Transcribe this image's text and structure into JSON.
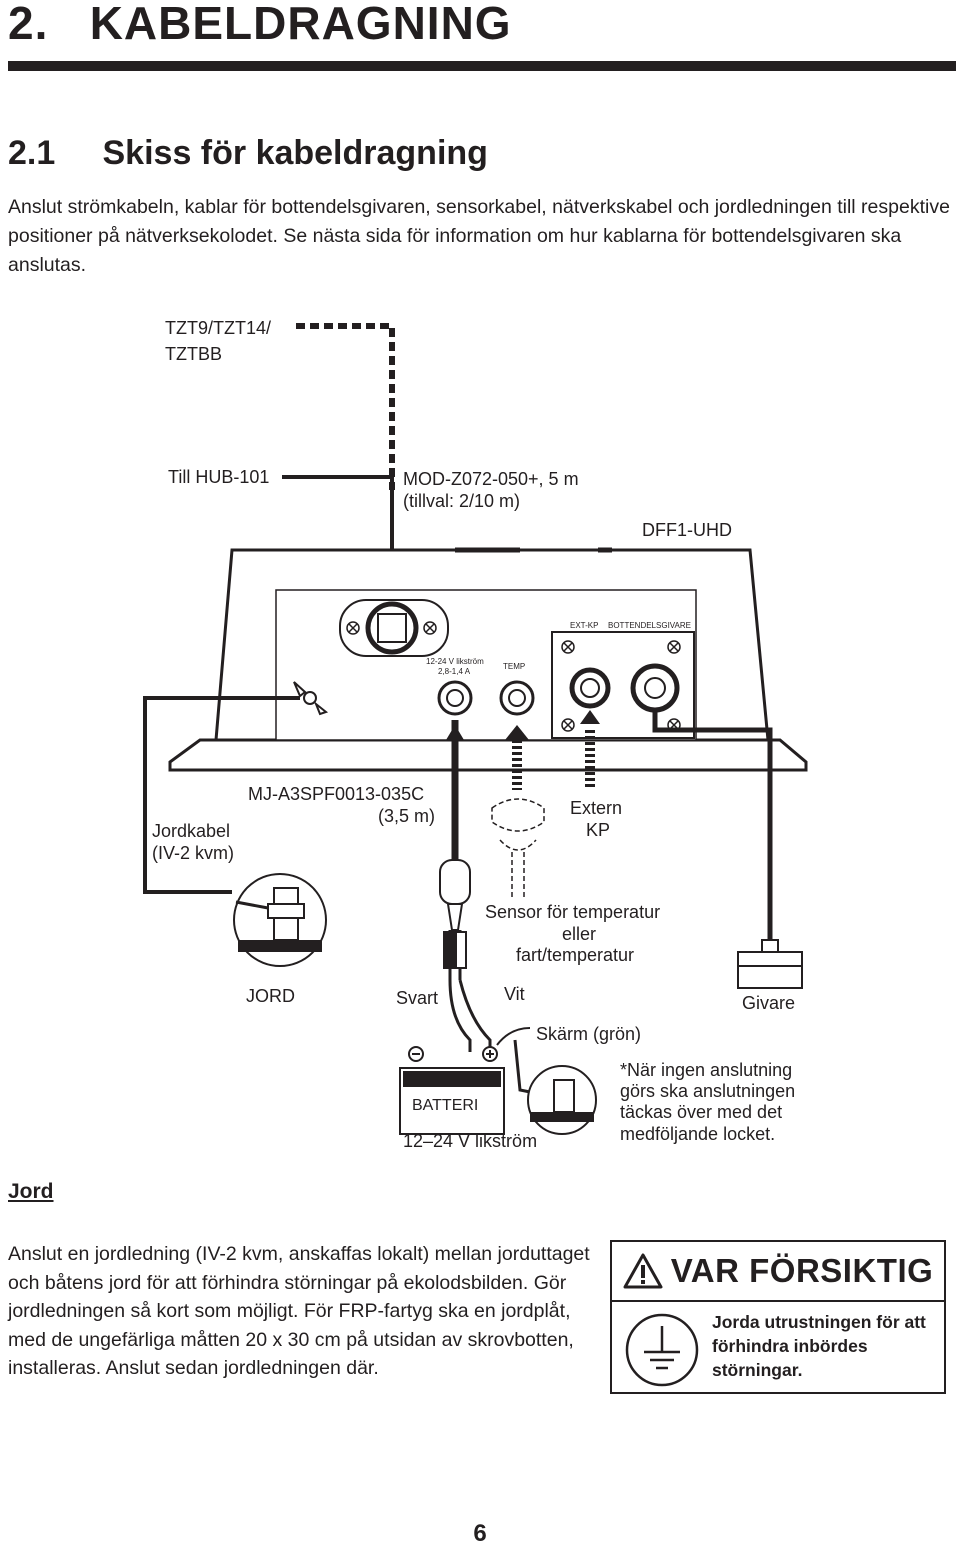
{
  "header": {
    "chapter_title": "2.   KABELDRAGNING"
  },
  "section": {
    "title": "2.1     Skiss för kabeldragning",
    "intro": "Anslut strömkabeln, kablar för bottendelsgivaren, sensorkabel, nätverkskabel och jordledningen till respektive positioner på nätverksekolodet. Se nästa sida för information om hur kablarna för bottendelsgivaren ska anslutas."
  },
  "diagram": {
    "tzt_line1": "TZT9/TZT14/",
    "tzt_line2": "TZTBB",
    "hub": "Till HUB-101",
    "mod_line1": "MOD-Z072-050+, 5 m",
    "mod_line2": "(tillval: 2/10 m)",
    "unit_name": "DFF1-UHD",
    "ext_kp_port": "EXT-KP",
    "transducer_port": "BOTTENDELSGIVARE",
    "power_port_line1": "12-24 V likström",
    "power_port_line2": "2,8-1,4 A",
    "temp_port": "TEMP",
    "power_cable_line1": "MJ-A3SPF0013-035C",
    "power_cable_line2": "(3,5 m)",
    "ground_cable_line1": "Jordkabel",
    "ground_cable_line2": "(IV-2 kvm)",
    "ext_kp_line1": "Extern",
    "ext_kp_line2": "KP",
    "sensor_line1": "Sensor för temperatur",
    "sensor_line2": "eller",
    "sensor_line3": "fart/temperatur",
    "ground_label": "JORD",
    "black_label": "Svart",
    "white_label": "Vit",
    "transducer_label": "Givare",
    "shield_label": "Skärm (grön)",
    "battery_label": "BATTERI",
    "battery_voltage": "12–24 V likström",
    "note_line1": "*När ingen anslutning",
    "note_line2": "görs ska anslutningen",
    "note_line3": "täckas över med det",
    "note_line4": "medföljande locket."
  },
  "ground_section": {
    "heading": "Jord",
    "body": "Anslut en jordledning (IV-2 kvm, anskaffas lokalt) mellan jorduttaget och båtens jord för att förhindra störningar på ekolodsbilden. Gör jordledningen så kort som möjligt. För FRP-fartyg ska en jordplåt, med de ungefärliga måtten 20 x 30 cm på utsidan av skrovbotten, installeras. Anslut sedan jordledningen där."
  },
  "caution": {
    "title": "VAR FÖRSIKTIG",
    "text": "Jorda utrustningen för att förhindra inbördes störningar.",
    "icon": "warning-triangle-icon"
  },
  "footer": {
    "page_number": "6"
  }
}
